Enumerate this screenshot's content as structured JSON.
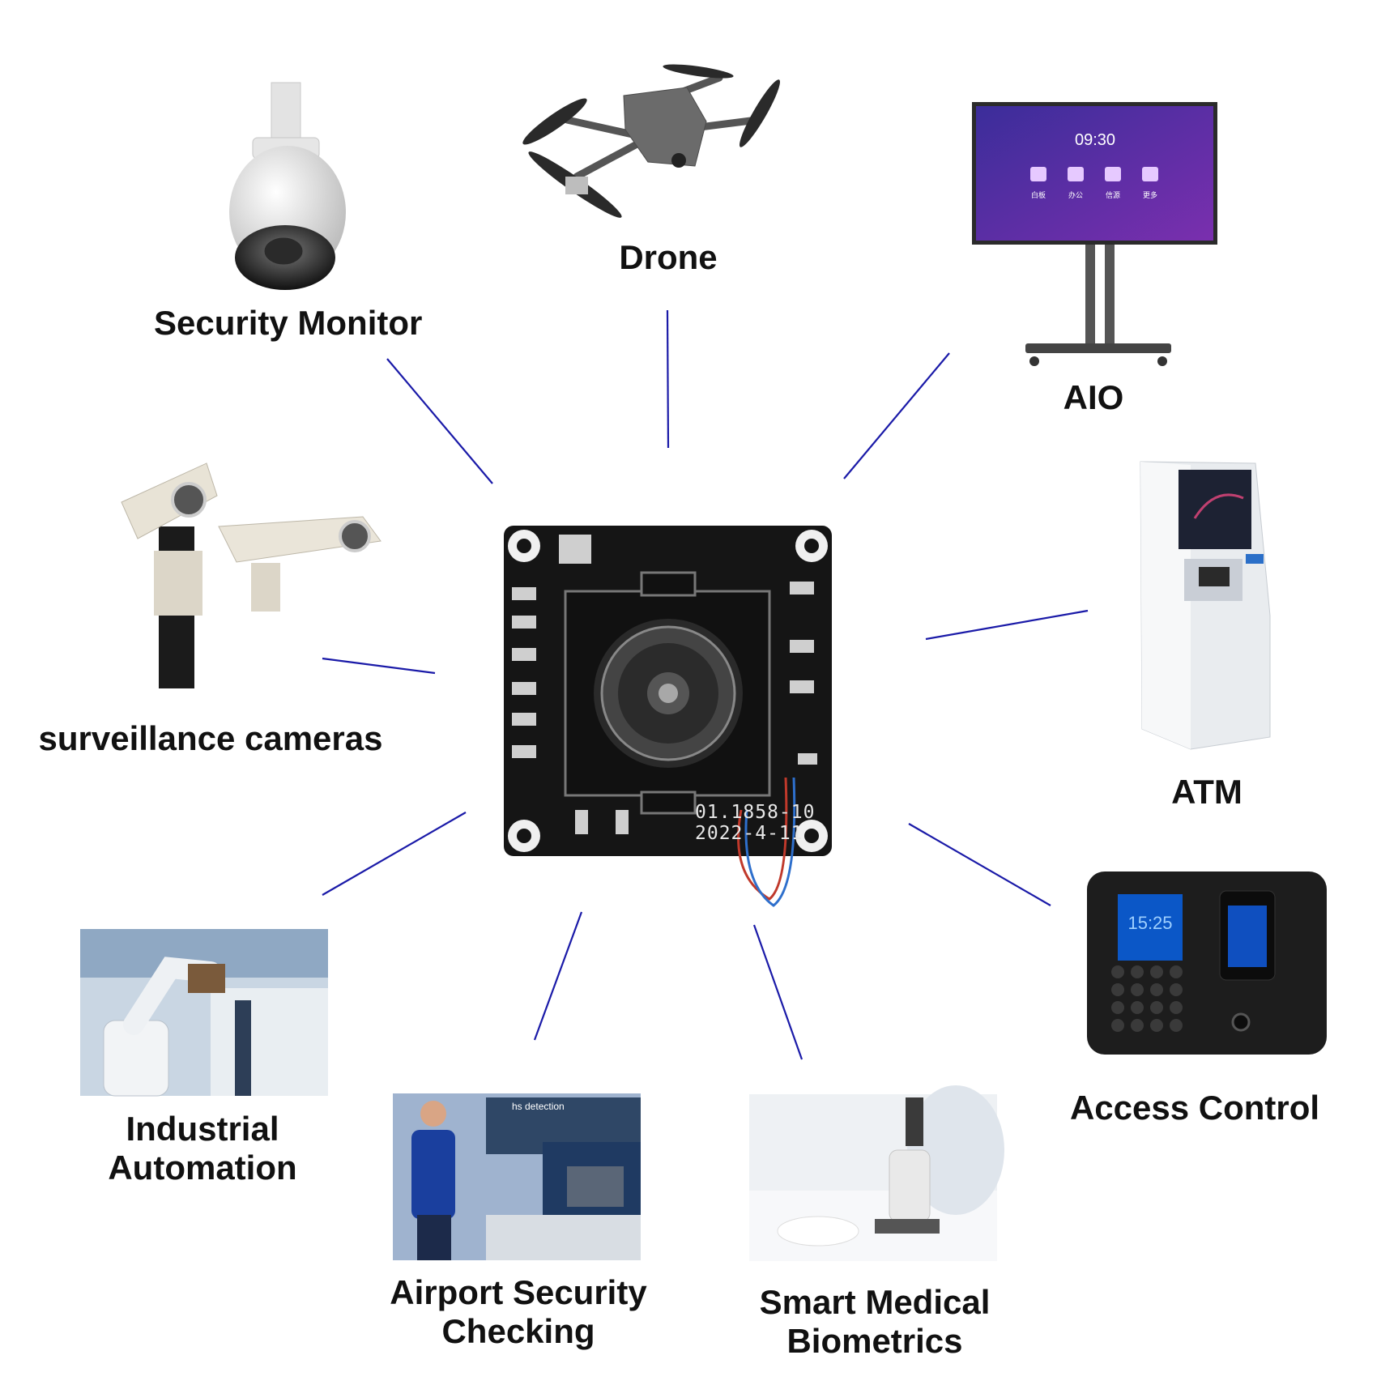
{
  "center": {
    "board_line1": "01.1858-10",
    "board_line2": "2022-4-11"
  },
  "applications": [
    {
      "id": "security-monitor",
      "lines": [
        "Security Monitor"
      ]
    },
    {
      "id": "drone",
      "lines": [
        "Drone"
      ]
    },
    {
      "id": "aio",
      "lines": [
        "AIO"
      ]
    },
    {
      "id": "atm",
      "lines": [
        "ATM"
      ]
    },
    {
      "id": "access-control",
      "lines": [
        "Access Control"
      ]
    },
    {
      "id": "smart-medical",
      "lines": [
        "Smart Medical",
        "Biometrics"
      ]
    },
    {
      "id": "airport-security",
      "lines": [
        "Airport Security",
        "Checking"
      ]
    },
    {
      "id": "industrial-automation",
      "lines": [
        "Industrial",
        "Automation"
      ]
    },
    {
      "id": "surveillance-cameras",
      "lines": [
        "surveillance cameras"
      ]
    }
  ],
  "aio_screen": {
    "clock": "09:30",
    "apps": [
      "白板",
      "办公",
      "信源",
      "更多"
    ]
  },
  "access_control_screen": {
    "clock": "15:25"
  },
  "airport_sign": "hs detection",
  "colors": {
    "connector": "#1a1aa8",
    "label": "#111111",
    "board": "#151515"
  }
}
